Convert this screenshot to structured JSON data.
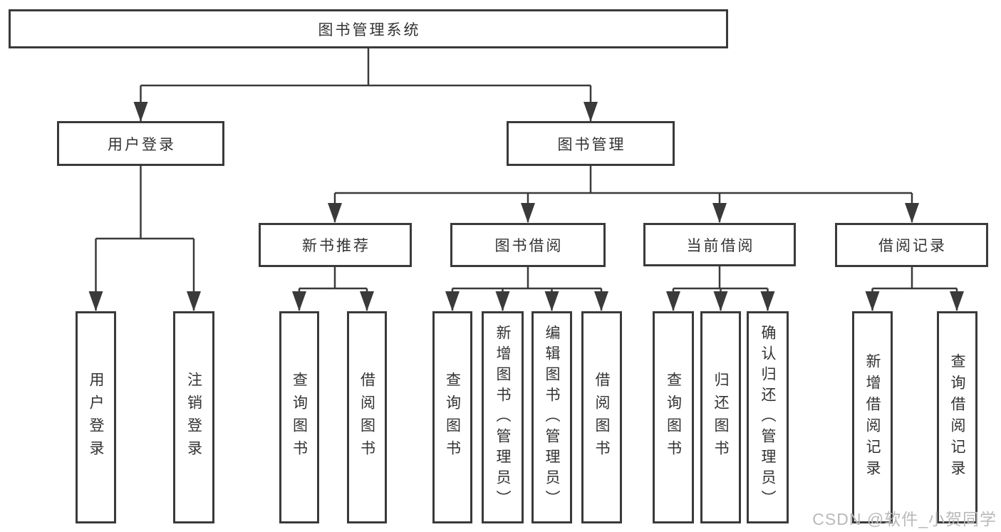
{
  "diagram": {
    "type": "hierarchy-tree",
    "colors": {
      "line": "#3a3a3a",
      "box_border": "#3a3a3a",
      "text": "#333333",
      "background": "#ffffff",
      "watermark": "#b9b9b9"
    },
    "tree": {
      "label": "图书管理系统",
      "children": [
        {
          "label": "用户登录",
          "children": [
            {
              "label": "用户登录"
            },
            {
              "label": "注销登录"
            }
          ]
        },
        {
          "label": "图书管理",
          "children": [
            {
              "label": "新书推荐",
              "children": [
                {
                  "label": "查询图书"
                },
                {
                  "label": "借阅图书"
                }
              ]
            },
            {
              "label": "图书借阅",
              "children": [
                {
                  "label": "查询图书"
                },
                {
                  "label": "新增图书（管理员）"
                },
                {
                  "label": "编辑图书（管理员）"
                },
                {
                  "label": "借阅图书"
                }
              ]
            },
            {
              "label": "当前借阅",
              "children": [
                {
                  "label": "查询图书"
                },
                {
                  "label": "归还图书"
                },
                {
                  "label": "确认归还（管理员）"
                }
              ]
            },
            {
              "label": "借阅记录",
              "children": [
                {
                  "label": "新增借阅记录"
                },
                {
                  "label": "查询借阅记录"
                }
              ]
            }
          ]
        }
      ]
    },
    "watermark": {
      "text": "CSDN @软件_小贺同学"
    }
  }
}
